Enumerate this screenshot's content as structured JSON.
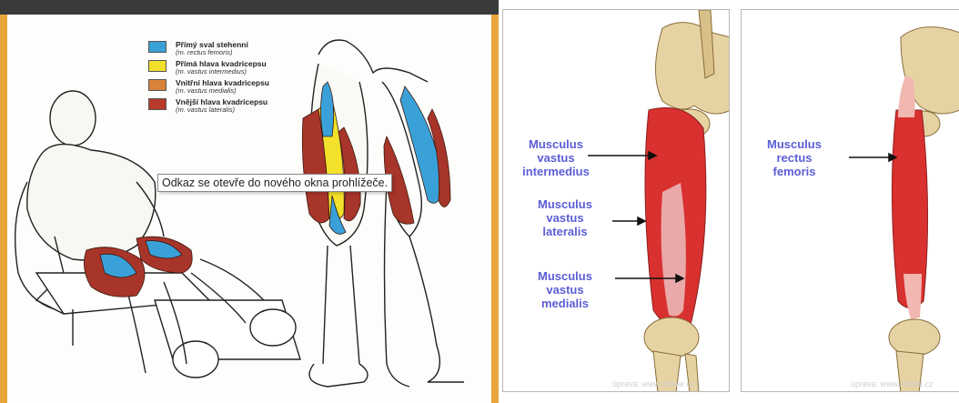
{
  "legend": {
    "items": [
      {
        "name": "Přímý sval stehenní",
        "latin": "(m. rectus femoris)",
        "color": "#3aa0d8"
      },
      {
        "name": "Přímá hlava kvadricepsu",
        "latin": "(m. vastus intermedius)",
        "color": "#f2e02a"
      },
      {
        "name": "Vnitřní hlava kvadricepsu",
        "latin": "(m. vastus medialis)",
        "color": "#d9823a"
      },
      {
        "name": "Vnější hlava kvadricepsu",
        "latin": "(m. vastus lateralis)",
        "color": "#b83a2a"
      }
    ]
  },
  "tooltip": {
    "text": "Odkaz se otevře do nového okna prohlížeče."
  },
  "mid": {
    "labels": [
      {
        "lines": [
          "Musculus",
          "vastus",
          "intermedius"
        ]
      },
      {
        "lines": [
          "Musculus",
          "vastus",
          "lateralis"
        ]
      },
      {
        "lines": [
          "Musculus",
          "vastus",
          "medialis"
        ]
      }
    ],
    "credit": "úprava: www.ronnie.cz"
  },
  "right": {
    "labels": [
      {
        "lines": [
          "Musculus",
          "rectus",
          "femoris"
        ]
      }
    ],
    "credit": "úprava: www.ronnie.cz"
  }
}
